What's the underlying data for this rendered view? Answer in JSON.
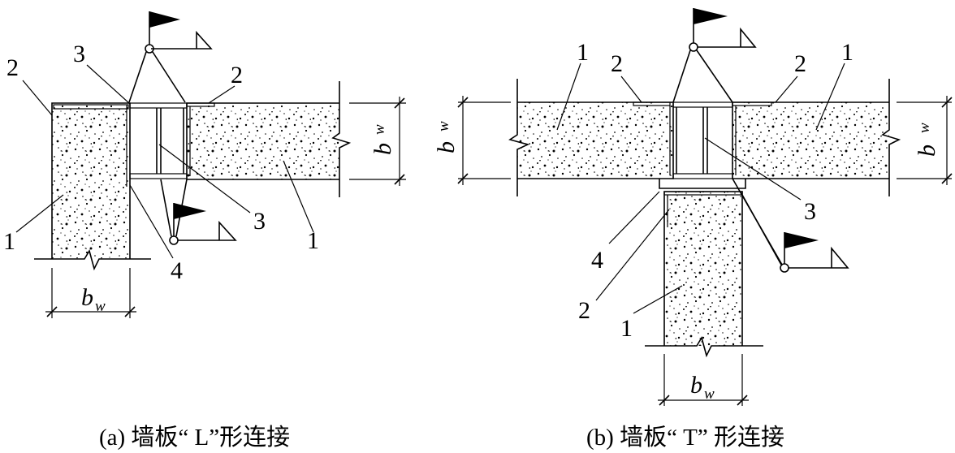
{
  "figure_a": {
    "caption": "(a)  墙板“ L”形连接",
    "labels": {
      "n1_left": "1",
      "n1_right": "1",
      "n2_left": "2",
      "n2_right": "2",
      "n3_top": "3",
      "n3_bottom": "3",
      "n4": "4"
    },
    "dim_vertical": {
      "symbol": "b",
      "subscript": "w"
    },
    "dim_horizontal": {
      "symbol": "b",
      "subscript": "w"
    }
  },
  "figure_b": {
    "caption": "(b)  墙板“ T” 形连接",
    "labels": {
      "n1_left": "1",
      "n1_right": "1",
      "n1_bottom": "1",
      "n2_left": "2",
      "n2_right": "2",
      "n2_bottom": "2",
      "n3": "3",
      "n4": "4"
    },
    "dim_left": {
      "symbol": "b",
      "subscript": "w"
    },
    "dim_right": {
      "symbol": "b",
      "subscript": "w"
    },
    "dim_bottom": {
      "symbol": "b",
      "subscript": "w"
    }
  }
}
